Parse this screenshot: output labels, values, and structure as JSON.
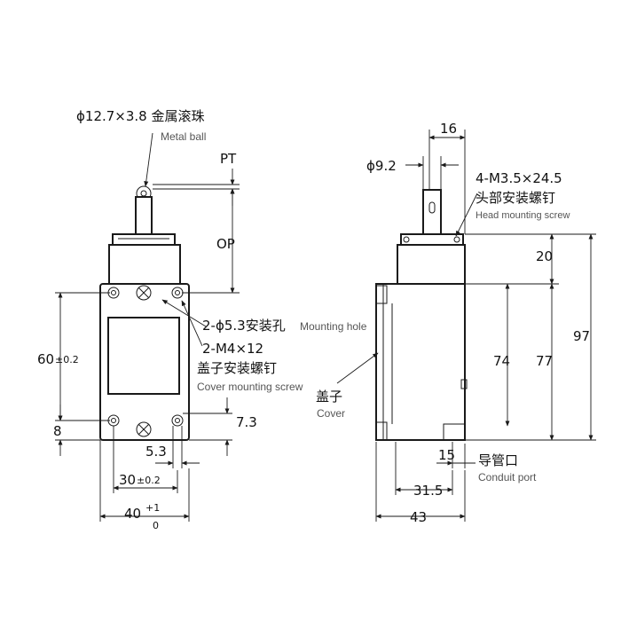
{
  "labels": {
    "metal_ball_cn": "ϕ12.7×3.8 金属滚珠",
    "metal_ball_en": "Metal ball",
    "pt": "PT",
    "op": "OP",
    "mounting_hole_cn": "2-ϕ5.3安装孔",
    "mounting_hole_en": "Mounting hole",
    "cover_screw_cn1": "2-M4×12",
    "cover_screw_cn2": "盖子安装螺钉",
    "cover_screw_en": "Cover mounting screw",
    "head_screw_cn1": "4-M3.5×24.5",
    "head_screw_cn2": "头部安装螺钉",
    "head_screw_en": "Head mounting screw",
    "cover_cn": "盖子",
    "cover_en": "Cover",
    "conduit_cn": "导管口",
    "conduit_en": "Conduit port"
  },
  "dims": {
    "d60": "60",
    "d60_tol": "±0.2",
    "d8": "8",
    "d7_3": "7.3",
    "d5_3": "5.3",
    "d30": "30",
    "d30_tol": "±0.2",
    "d40": "40",
    "d40_tol_up": "+1",
    "d40_tol_dn": "0",
    "d16": "16",
    "d9_2": "ϕ9.2",
    "d20": "20",
    "d74": "74",
    "d77": "77",
    "d97": "97",
    "d15": "15",
    "d31_5": "31.5",
    "d43": "43"
  }
}
